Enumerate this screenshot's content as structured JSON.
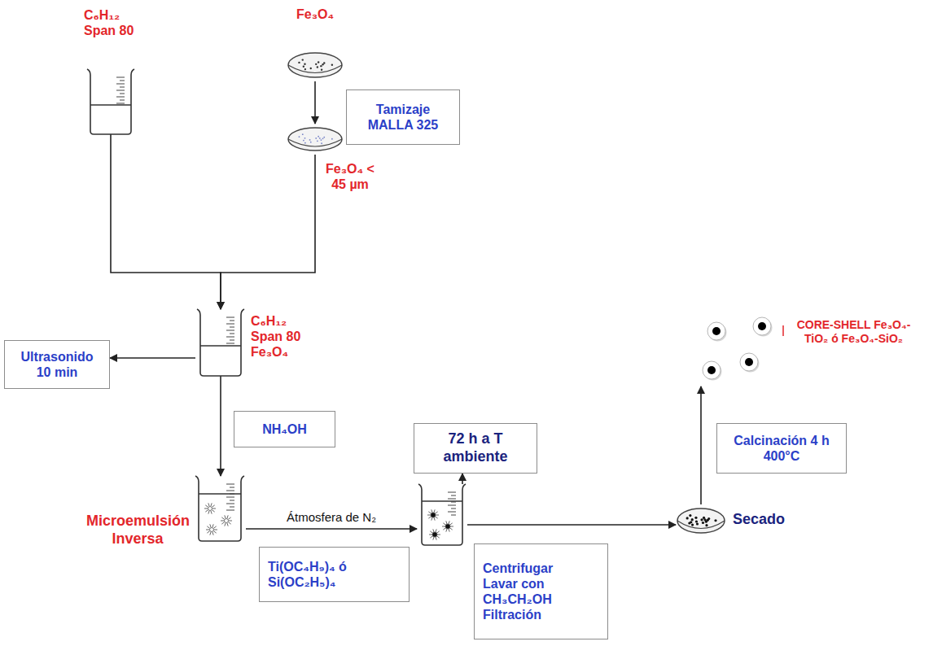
{
  "diagram": {
    "nodes": [
      {
        "text": [
          "C₆H₁₂ Span 80"
        ]
      },
      {
        "text": [
          "Fe₃O₄"
        ]
      },
      {
        "text": [
          "Tamizaje MALLA 325"
        ]
      },
      {
        "text": [
          "Fe₃O₄ < 45 µm"
        ]
      },
      {
        "text": [
          "C₆H₁₂ Span 80 Fe₃O₄"
        ]
      },
      {
        "text": [
          "Ultrasonido 10 min"
        ]
      },
      {
        "text": [
          "NH₄OH"
        ]
      },
      {
        "text": [
          "Microemulsión Inversa"
        ]
      },
      {
        "text": [
          "Ti(OC₄H₉)₄ ó Si(OC₂H₅)₄"
        ]
      },
      {
        "text": []
      },
      {
        "text": [
          "72 h a T ambiente"
        ]
      },
      {
        "text": [
          "Centrifugar Lavar con CH₃CH₂OH Filtración"
        ]
      },
      {
        "text": [
          "Secado"
        ]
      },
      {
        "text": [
          "Calcinación 4 h 400°C"
        ]
      },
      {
        "text": [
          "CORE-SHELL Fe₃O₄-TiO₂ ó Fe₃O₄-SiO₂"
        ]
      }
    ],
    "edges": [
      {
        "from": 1,
        "to": 3,
        "arrow": "to"
      },
      {
        "from": 0,
        "to": 4,
        "arrow": "to"
      },
      {
        "from": 3,
        "to": 4,
        "arrow": "to"
      },
      {
        "from": 4,
        "to": 5,
        "arrow": "to"
      },
      {
        "from": 4,
        "to": 7,
        "arrow": "to"
      },
      {
        "from": 7,
        "to": 9,
        "label": "Átmosfera de N₂",
        "arrow": "to"
      },
      {
        "from": 9,
        "to": 10,
        "arrow": "to"
      },
      {
        "from": 9,
        "to": 12,
        "arrow": "to"
      },
      {
        "from": 12,
        "to": 14,
        "arrow": "to"
      }
    ]
  }
}
